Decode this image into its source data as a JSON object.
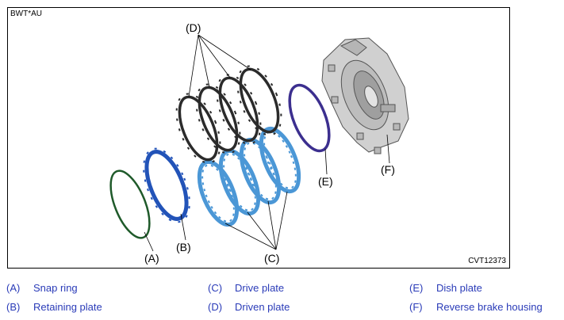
{
  "figure": {
    "code_top_left": "BWT*AU",
    "code_bottom_right": "CVT12373",
    "callouts": {
      "A": "(A)",
      "B": "(B)",
      "C": "(C)",
      "D": "(D)",
      "E": "(E)",
      "F": "(F)"
    },
    "colors": {
      "snap_ring": "#1f5a2a",
      "retaining_plate": "#2253b8",
      "drive_plate": "#4b97d6",
      "driven_plate": "#2b2b2b",
      "dish_plate": "#3c2f8f",
      "housing": "#c9c9c9"
    }
  },
  "legend": [
    {
      "key": "(A)",
      "label": "Snap ring"
    },
    {
      "key": "(B)",
      "label": "Retaining plate"
    },
    {
      "key": "(C)",
      "label": "Drive plate"
    },
    {
      "key": "(D)",
      "label": "Driven plate"
    },
    {
      "key": "(E)",
      "label": "Dish plate"
    },
    {
      "key": "(F)",
      "label": "Reverse brake housing"
    }
  ],
  "legend_color": "#2a3bb8"
}
